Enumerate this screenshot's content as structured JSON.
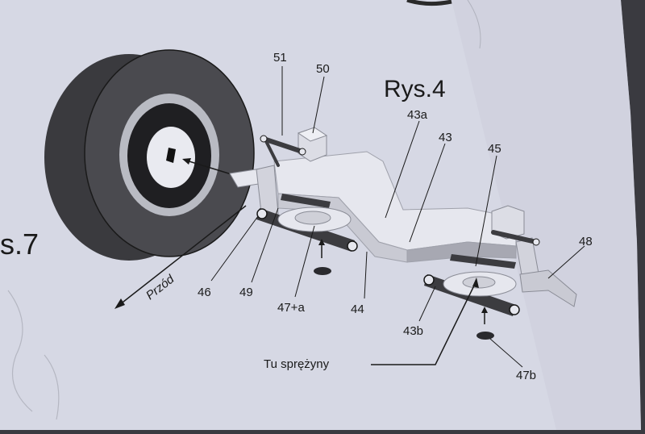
{
  "figure": {
    "title": "Rys.4",
    "side_title": "s.7",
    "direction_label": "Przód",
    "callout": "Tu sprężyny",
    "part_labels": [
      "51",
      "50",
      "43a",
      "43",
      "45",
      "48",
      "46",
      "49",
      "47+a",
      "44",
      "43b",
      "47b"
    ]
  },
  "colors": {
    "paper": "#d6d8e4",
    "paper_shade": "#c4c6d3",
    "ink": "#1a1a1a",
    "tire": "#3a3a3e",
    "tire_side": "#4a4a4f",
    "hub_dark": "#1f1f22",
    "hub_rim": "#b9bbc3",
    "frame_light": "#e6e7ee",
    "frame_mid": "#c9cad3",
    "frame_dark": "#a7a8b2",
    "arm": "#3c3c40"
  }
}
